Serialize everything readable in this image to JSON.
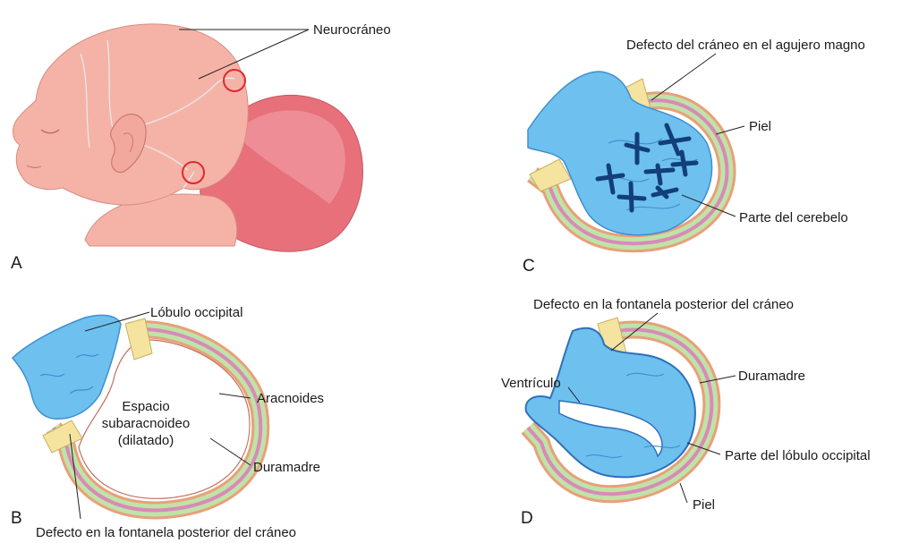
{
  "panels": {
    "a": {
      "letter": "A",
      "neurocranium": "Neurocráneo"
    },
    "b": {
      "letter": "B",
      "occipital_lobe": "Lóbulo occipital",
      "space_l1": "Espacio",
      "space_l2": "subaracnoideo",
      "space_l3": "(dilatado)",
      "arachnoid": "Aracnoides",
      "dura": "Duramadre",
      "defect": "Defecto en la fontanela posterior del cráneo"
    },
    "c": {
      "letter": "C",
      "defect": "Defecto del cráneo en el agujero magno",
      "skin": "Piel",
      "cerebellum": "Parte del cerebelo"
    },
    "d": {
      "letter": "D",
      "defect": "Defecto en la fontanela posterior del cráneo",
      "ventricle": "Ventrículo",
      "dura": "Duramadre",
      "occipital_part": "Parte del lóbulo occipital",
      "skin": "Piel"
    }
  },
  "colors": {
    "skin_face": "#f5b3a8",
    "skin_line": "#d98c80",
    "sac": "#e8707a",
    "brain_blue": "#6ec0ef",
    "brain_dark": "#3f8fd0",
    "bone": "#f5e3a0",
    "arachnoid_green": "#bfe3a8",
    "pia_pink": "#d98ab8",
    "outer_skin": "#e8a07a",
    "circle_red": "#e02a2a",
    "cerebellum_dark": "#123f7a"
  }
}
